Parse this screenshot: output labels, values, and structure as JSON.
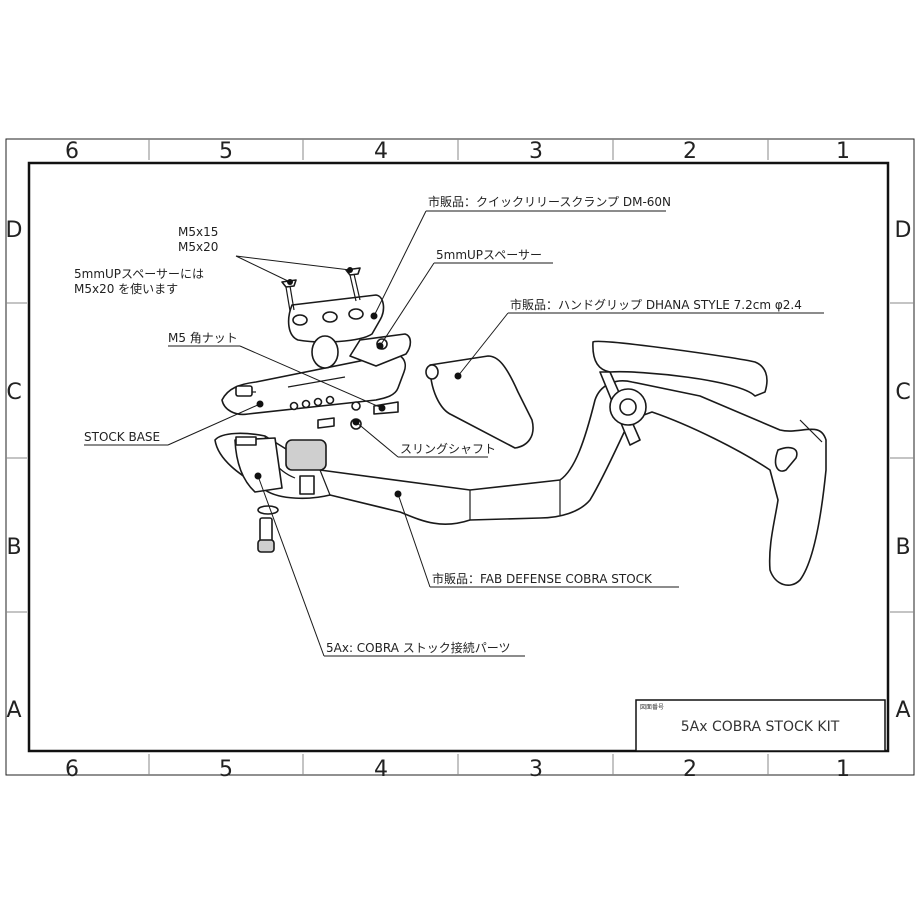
{
  "drawing": {
    "zones_top": [
      "6",
      "5",
      "4",
      "3",
      "2",
      "1"
    ],
    "zones_bottom": [
      "6",
      "5",
      "4",
      "3",
      "2",
      "1"
    ],
    "rows_left": [
      "D",
      "C",
      "B",
      "A"
    ],
    "rows_right": [
      "D",
      "C",
      "B",
      "A"
    ]
  },
  "callouts": {
    "quick_release": "市販品：クイックリリースクランプ DM-60N",
    "screw_m5x15": "M5x15",
    "screw_m5x20": "M5x20",
    "spacer_note_line1": "5mmUPスペーサーには",
    "spacer_note_line2": "M5x20 を使います",
    "spacer": "5mmUPスペーサー",
    "hand_grip": "市販品：ハンドグリップ DHANA STYLE  7.2cm φ2.4",
    "square_nut": "M5 角ナット",
    "stock_base": "STOCK BASE",
    "sling_shaft": "スリングシャフト",
    "cobra_stock": "市販品：FAB DEFENSE COBRA STOCK",
    "connector": "5Ax: COBRA ストック接続パーツ"
  },
  "title_block": {
    "label": "図面番号",
    "title": "5Ax COBRA STOCK KIT"
  }
}
